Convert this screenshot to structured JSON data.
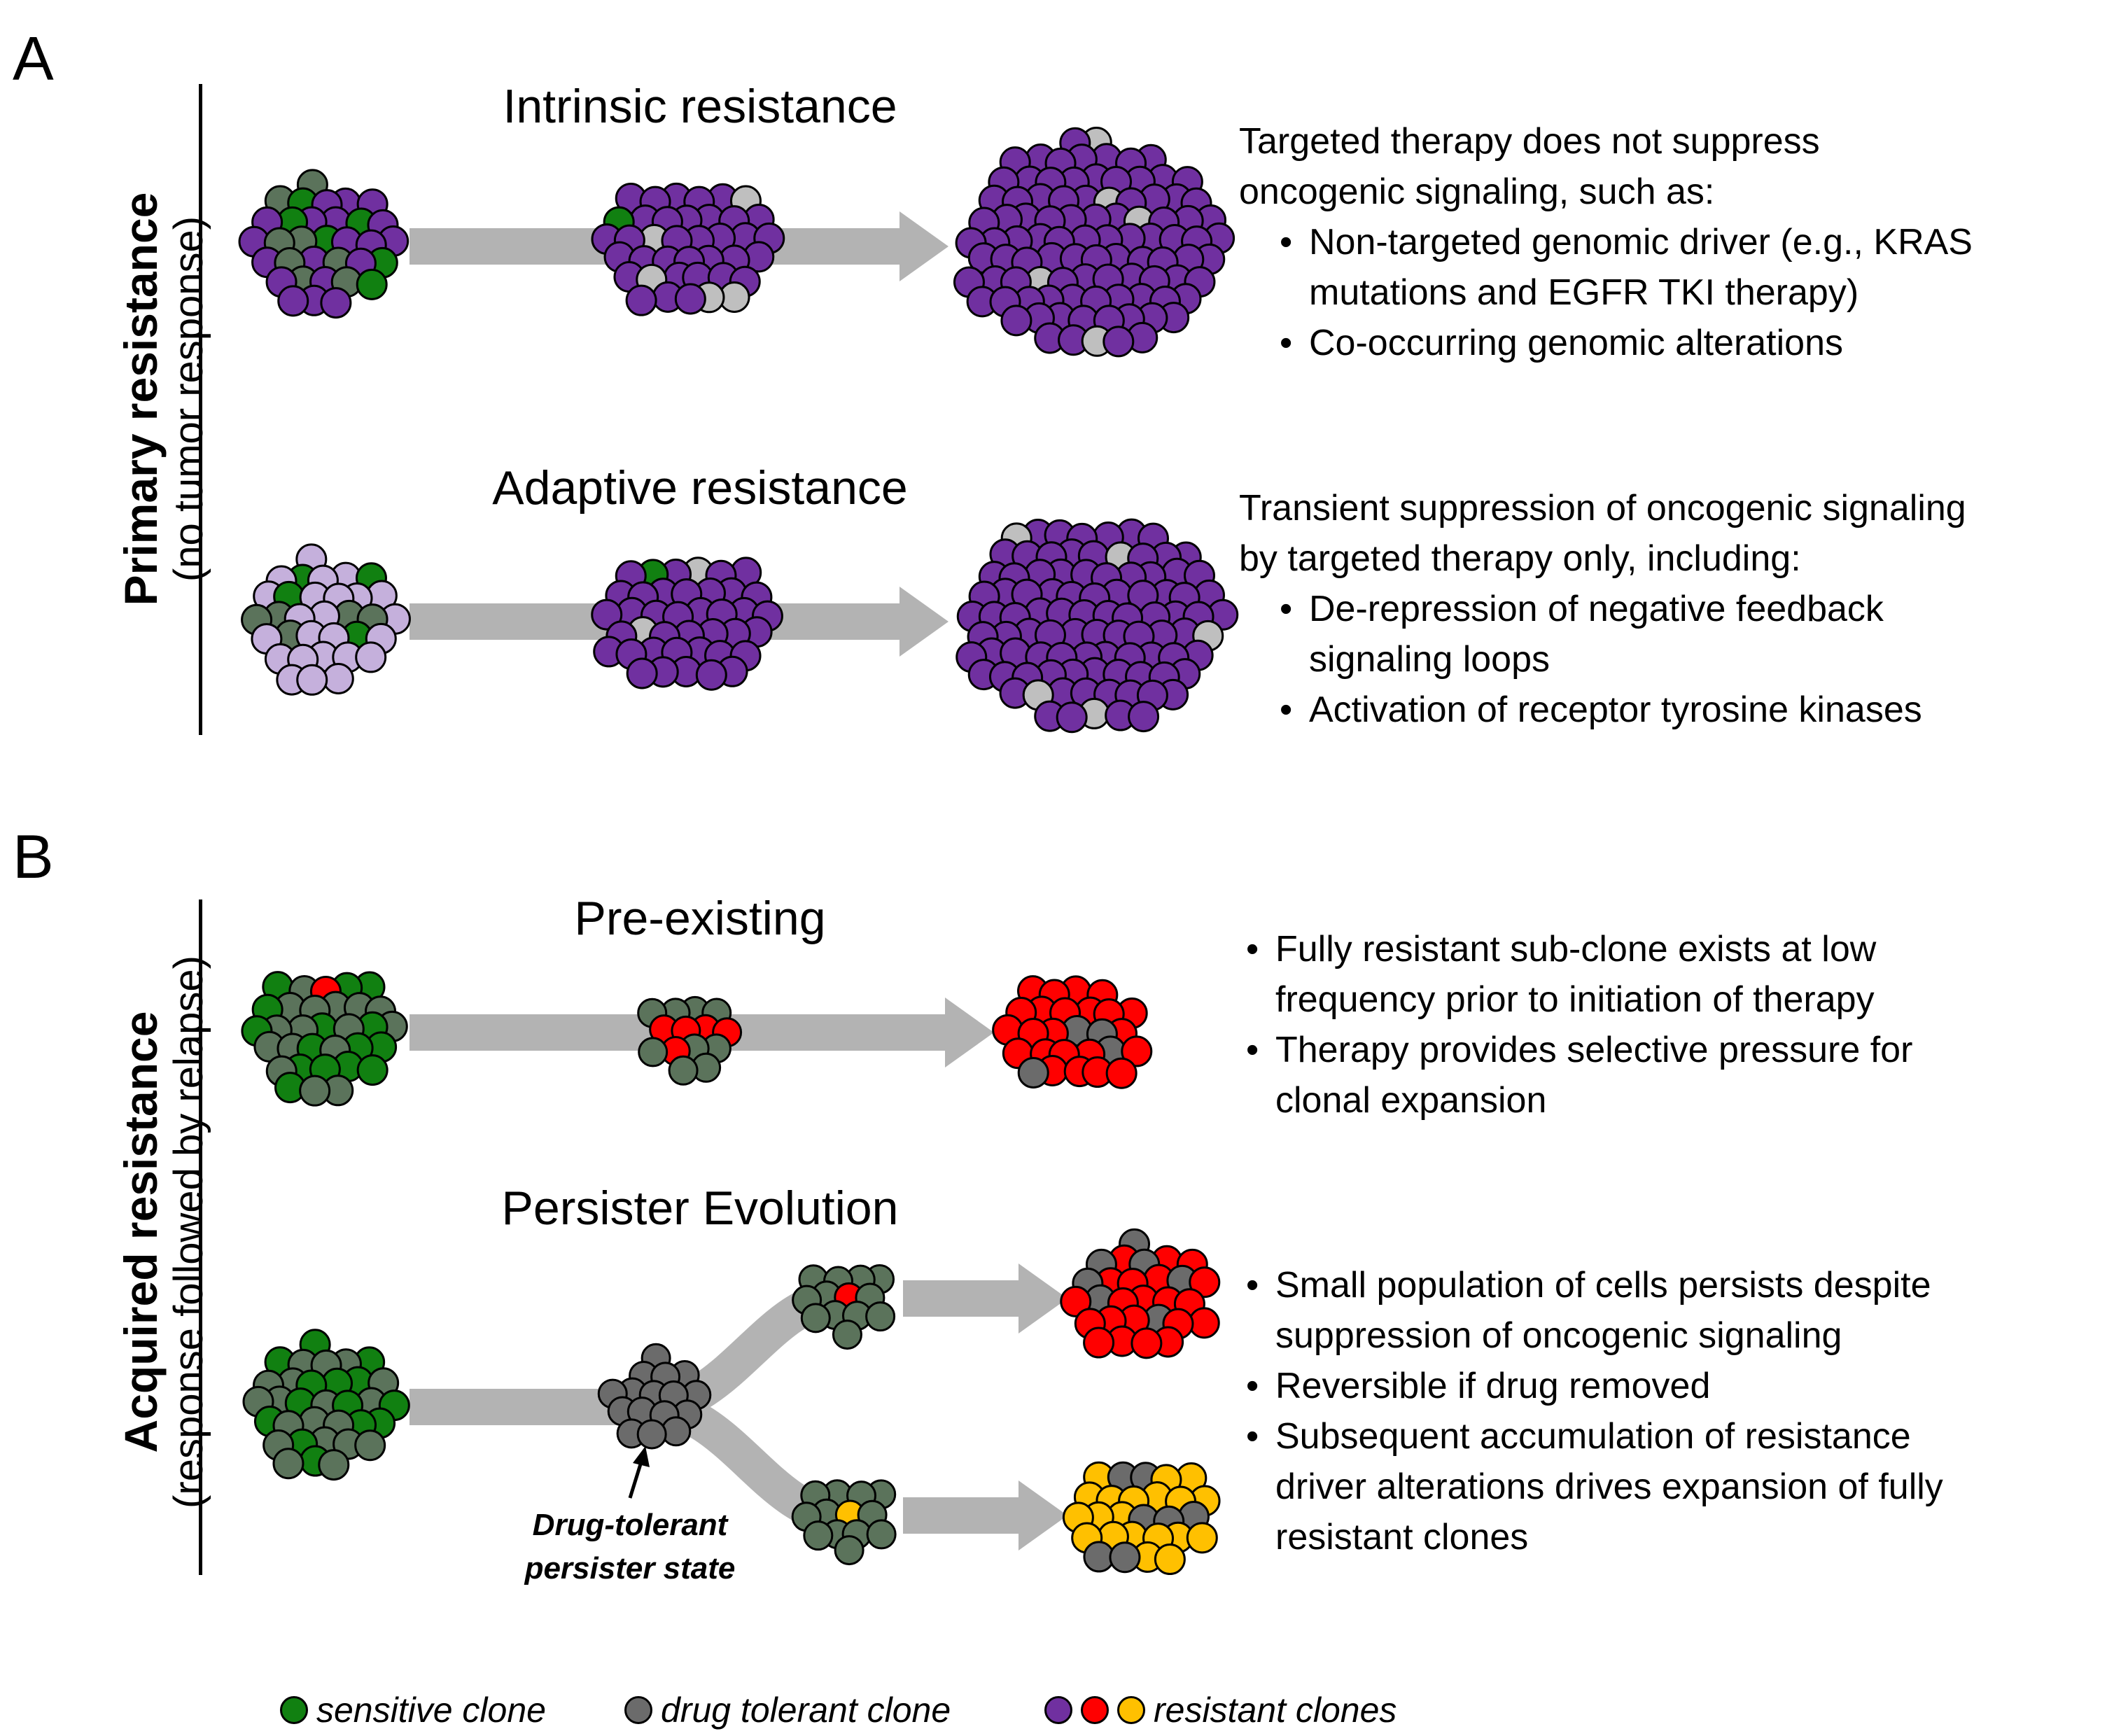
{
  "panels": {
    "a": {
      "letter": "A",
      "side_title": "Primary resistance",
      "side_subtitle": "(no tumor response)",
      "rows": [
        {
          "title": "Intrinsic resistance",
          "intro": [
            "Targeted therapy does not suppress",
            "oncogenic signaling, such as:"
          ],
          "bullets": [
            [
              "Non-targeted genomic driver (e.g., KRAS",
              "mutations and EGFR TKI therapy)"
            ],
            [
              "Co-occurring genomic alterations"
            ]
          ]
        },
        {
          "title": "Adaptive resistance",
          "intro": [
            "Transient suppression of oncogenic signaling",
            "by targeted therapy only, including:"
          ],
          "bullets": [
            [
              "De-repression of negative feedback",
              "signaling loops"
            ],
            [
              "Activation of receptor tyrosine kinases"
            ]
          ]
        }
      ]
    },
    "b": {
      "letter": "B",
      "side_title": "Acquired resistance",
      "side_subtitle": "(response followed by relapse)",
      "rows": [
        {
          "title": "Pre-existing",
          "bullets": [
            [
              "Fully resistant sub-clone exists at low",
              "frequency prior to initiation of therapy"
            ],
            [
              "Therapy provides selective pressure for",
              "clonal expansion"
            ]
          ]
        },
        {
          "title": "Persister Evolution",
          "persister_label": [
            "Drug-tolerant",
            "persister state"
          ],
          "bullets": [
            [
              "Small population of cells persists despite",
              "suppression of oncogenic signaling"
            ],
            [
              "Reversible if drug removed"
            ],
            [
              "Subsequent accumulation of resistance",
              "driver alterations drives expansion of fully",
              "resistant clones"
            ]
          ]
        }
      ]
    }
  },
  "legend": {
    "sensitive": "sensitive clone",
    "tolerant": "drug tolerant clone",
    "resistant": "resistant clones"
  },
  "colors": {
    "sensitive": "#118011",
    "sensitive_dark": "#4f6e4f",
    "tolerant": "#6b6b6b",
    "tolerant_green": "#5b735b",
    "resistant_purple": "#7030a0",
    "resistant_red": "#ff0000",
    "resistant_yellow": "#ffc000",
    "light_purple": "#c5b0dc",
    "light_gray": "#bfbfbf",
    "arrow": "#b3b3b3"
  }
}
